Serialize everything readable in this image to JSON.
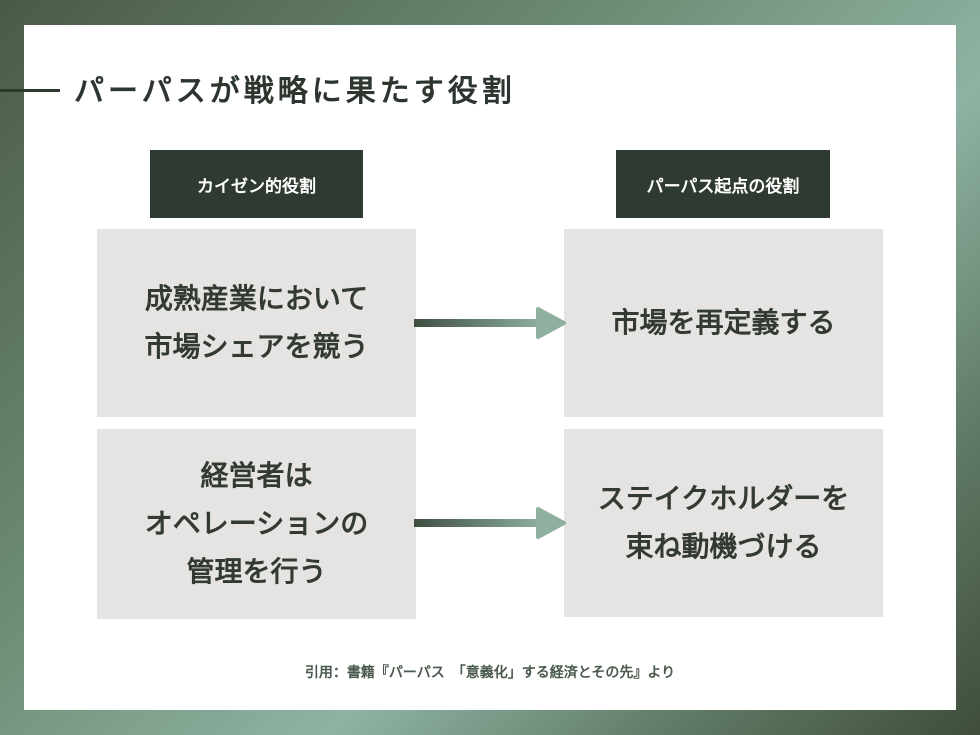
{
  "title": "パーパスが戦略に果たす役割",
  "columns": {
    "left_header": "カイゼン的役割",
    "right_header": "パーパス起点の役割"
  },
  "rows": [
    {
      "left": "成熟産業において\n市場シェアを競う",
      "right": "市場を再定義する"
    },
    {
      "left": "経営者は\nオペレーションの\n管理を行う",
      "right": "ステイクホルダーを\n束ね動機づける"
    }
  ],
  "footnote": "引用：書籍『パーパス　「意義化」する経済とその先』より",
  "colors": {
    "header_bg": "#2f3b30",
    "box_bg": "#e5e4e2",
    "arrow": "#6b8a76",
    "text": "#323a33"
  }
}
